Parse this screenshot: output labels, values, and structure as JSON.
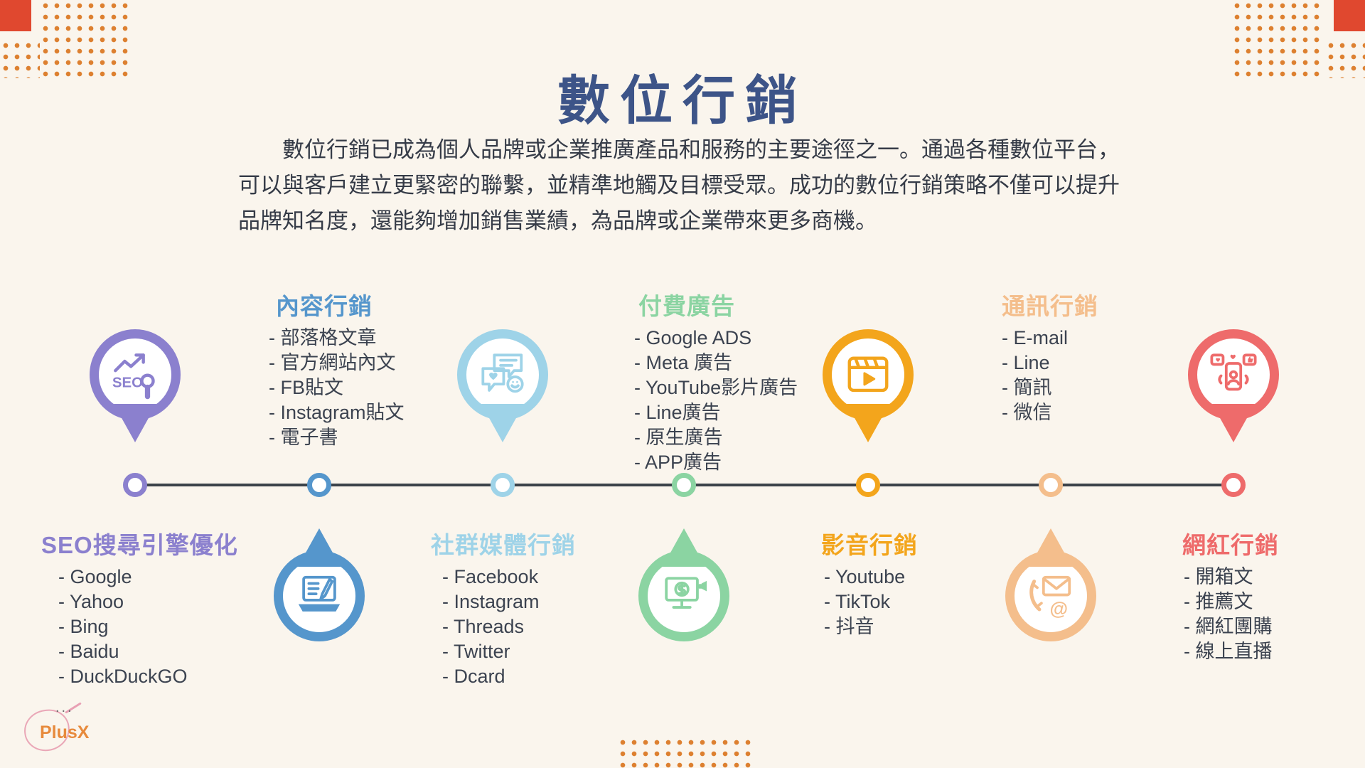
{
  "page": {
    "title": "數位行銷",
    "intro": "數位行銷已成為個人品牌或企業推廣產品和服務的主要途徑之一。通過各種數位平台，可以與客戶建立更緊密的聯繫，並精準地觸及目標受眾。成功的數位行銷策略不僅可以提升品牌知名度，還能夠增加銷售業績，為品牌或企業帶來更多商機。"
  },
  "colors": {
    "background": "#faf5ed",
    "title": "#3d5488",
    "body_text": "#353b47",
    "timeline": "#3b4249",
    "corner_dots": "#dd8030",
    "corner_square": "#e0482f"
  },
  "logo": {
    "name": "PlusX",
    "dots": "..."
  },
  "categories": [
    {
      "title": "SEO搜尋引擎優化",
      "color": "#8b80ce",
      "icon": "seo-magnifier-icon",
      "marker": "pin-above-timeline",
      "items": [
        "- Google",
        "- Yahoo",
        "- Bing",
        "- Baidu",
        "- DuckDuckGO"
      ]
    },
    {
      "title": "內容行銷",
      "color": "#5596cc",
      "icon": "laptop-writing-icon",
      "marker": "drop-below-timeline",
      "items": [
        "- 部落格文章",
        "- 官方網站內文",
        "- FB貼文",
        "- Instagram貼文",
        "- 電子書"
      ]
    },
    {
      "title": "社群媒體行銷",
      "color": "#9ed3e8",
      "icon": "chat-bubbles-icon",
      "marker": "pin-above-timeline",
      "items": [
        "- Facebook",
        "- Instagram",
        "- Threads",
        "- Twitter",
        "- Dcard"
      ]
    },
    {
      "title": "付費廣告",
      "color": "#8bd4a2",
      "icon": "monitor-ads-icon",
      "marker": "drop-below-timeline",
      "items": [
        "- Google ADS",
        "- Meta 廣告",
        "- YouTube影片廣告",
        "- Line廣告",
        "- 原生廣告",
        "- APP廣告"
      ]
    },
    {
      "title": "影音行銷",
      "color": "#f3a51c",
      "icon": "clapperboard-play-icon",
      "marker": "pin-above-timeline",
      "items": [
        "- Youtube",
        "- TikTok",
        "- 抖音"
      ]
    },
    {
      "title": "通訊行銷",
      "color": "#f4be8c",
      "icon": "phone-mail-icon",
      "marker": "drop-below-timeline",
      "items": [
        "- E-mail",
        "- Line",
        "- 簡訊",
        "- 微信"
      ]
    },
    {
      "title": "網紅行銷",
      "color": "#ee6b6b",
      "icon": "influencer-phone-icon",
      "marker": "pin-above-timeline",
      "items": [
        "- 開箱文",
        "- 推薦文",
        "- 網紅團購",
        "- 線上直播"
      ]
    }
  ]
}
